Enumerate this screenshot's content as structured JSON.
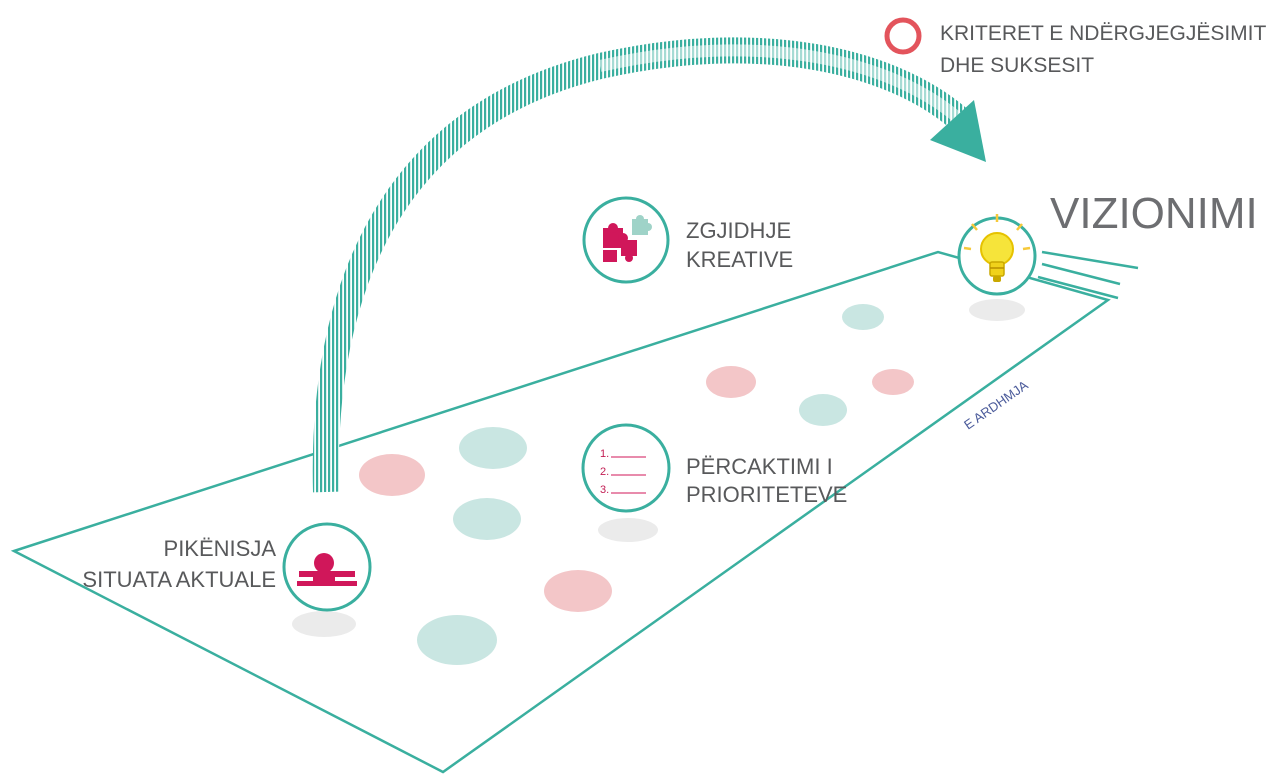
{
  "legend": {
    "line1": "KRITERET E NDËRGJEGJËSIMIT",
    "line2": "DHE SUKSESIT"
  },
  "vision": {
    "label": "VIZIONIMI"
  },
  "creative": {
    "line1": "ZGJIDHJE",
    "line2": "KREATIVE"
  },
  "priorities": {
    "line1": "PËRCAKTIMI I",
    "line2": "PRIORITETEVE",
    "list_numbers": [
      "1.",
      "2.",
      "3."
    ]
  },
  "start": {
    "line1": "PIKËNISJA",
    "line2": "SITUATA AKTUALE"
  },
  "future": {
    "label": "E ARDHMJA"
  },
  "colors": {
    "teal": "#3aaf9f",
    "teal_light": "#c9e6e2",
    "pink": "#f3c6c8",
    "magenta": "#d0175a",
    "ring_red": "#e3545c",
    "bulb_yellow": "#f6e43a"
  },
  "icons": {
    "start": "podium-icon",
    "creative": "puzzle-icon",
    "priorities": "numbered-list-icon",
    "vision": "lightbulb-icon",
    "legend": "ring-icon"
  }
}
